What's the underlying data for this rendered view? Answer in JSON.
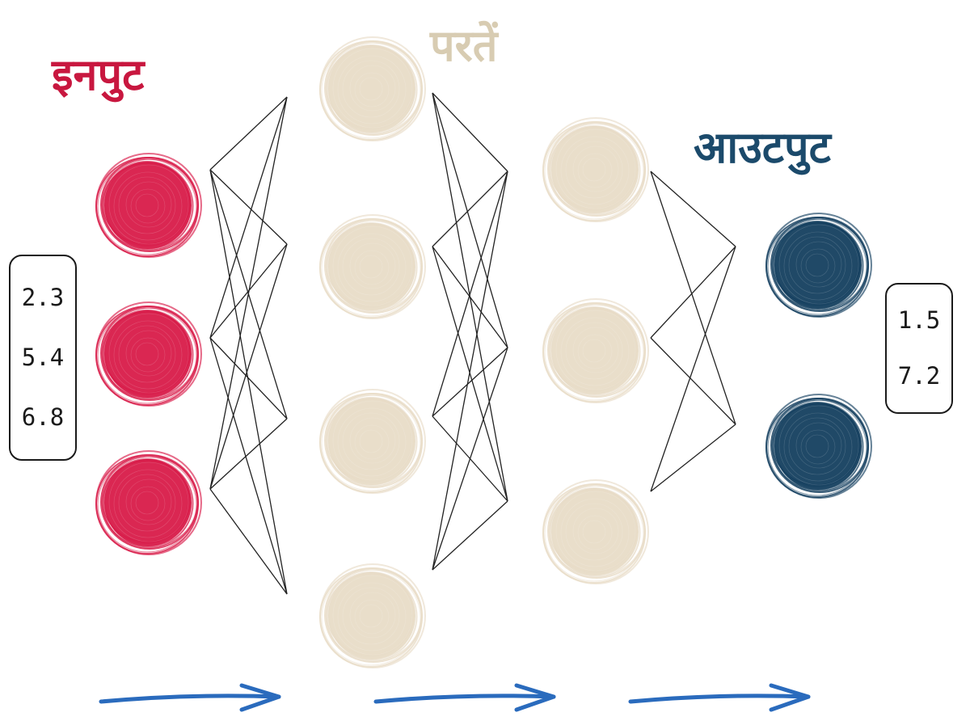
{
  "labels": {
    "input": "इनपुट",
    "hidden": "परतें",
    "output": "आउटपुट"
  },
  "input_values": [
    "2.3",
    "5.4",
    "6.8"
  ],
  "output_values": [
    "1.5",
    "7.2"
  ],
  "colors": {
    "input_node": "#d81b49",
    "hidden_node": "#e8dcc7",
    "output_node": "#143f5f",
    "input_label": "#c8173f",
    "hidden_label": "#d8ccb2",
    "output_label": "#1b4a6b",
    "edge": "#222222",
    "arrow": "#2a6bbd"
  },
  "network": {
    "layers": [
      3,
      4,
      3,
      2
    ]
  }
}
